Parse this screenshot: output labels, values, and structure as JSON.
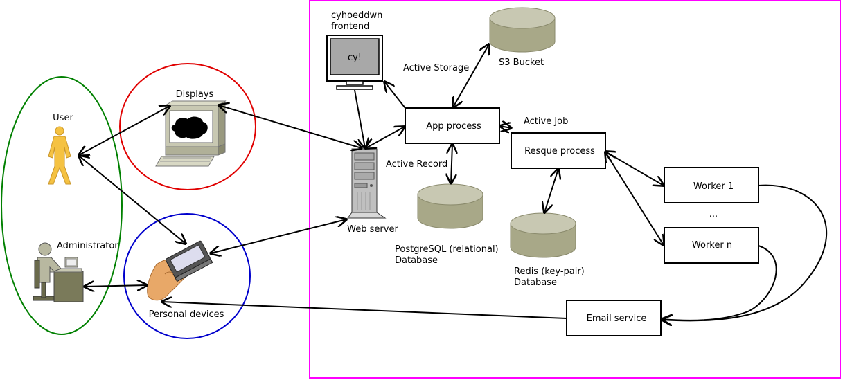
{
  "labels": {
    "user": "User",
    "administrator": "Administrator",
    "displays": "Displays",
    "personal_devices": "Personal devices",
    "frontend_line1": "cyhoeddwn",
    "frontend_line2": "frontend",
    "monitor_screen": "cy!",
    "active_storage": "Active Storage",
    "s3_bucket": "S3 Bucket",
    "app_process": "App process",
    "active_job": "Active Job",
    "resque_process": "Resque process",
    "active_record": "Active Record",
    "web_server": "Web server",
    "postgres_line1": "PostgreSQL (relational)",
    "postgres_line2": "Database",
    "redis_line1": "Redis (key-pair)",
    "redis_line2": "Database",
    "worker_1": "Worker 1",
    "worker_ellipsis": "...",
    "worker_n": "Worker n",
    "email_service": "Email service"
  },
  "colors": {
    "users_ellipse": "#008000",
    "displays_circle": "#e00000",
    "devices_circle": "#0000cc",
    "system_boundary": "#ff00ff",
    "database": "#a8a888",
    "person": "#f5c242"
  },
  "icons": {
    "user": "person-figure-icon",
    "administrator": "person-at-desk-icon",
    "displays": "computer-terminal-icon",
    "personal_devices": "handheld-device-icon",
    "frontend": "monitor-icon",
    "web_server": "server-tower-icon",
    "databases": "database-cylinder-icon"
  }
}
